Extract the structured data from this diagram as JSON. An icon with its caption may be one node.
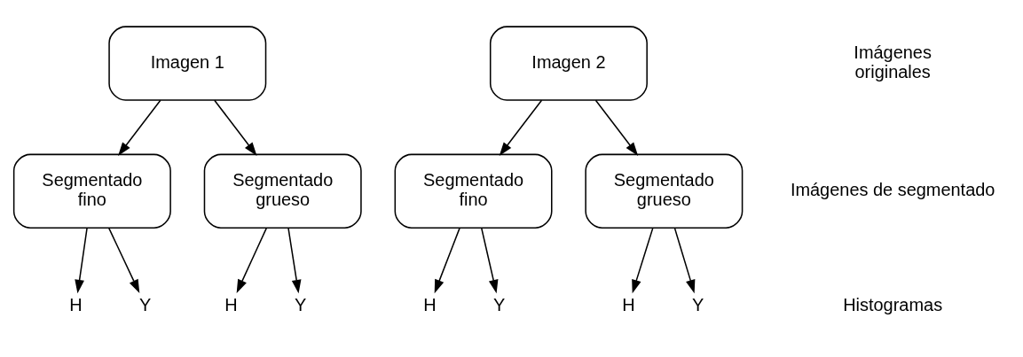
{
  "diagram": {
    "nodes": [
      {
        "text": [
          "Imagen 1"
        ]
      },
      {
        "text": [
          "Imagen 2"
        ]
      },
      {
        "text": [
          "Segmentado fino"
        ]
      },
      {
        "text": [
          "Segmentado grueso"
        ]
      },
      {
        "text": [
          "Segmentado fino"
        ]
      },
      {
        "text": [
          "Segmentado grueso"
        ]
      },
      {
        "text": [
          "H"
        ]
      },
      {
        "text": [
          "Y"
        ]
      },
      {
        "text": [
          "H"
        ]
      },
      {
        "text": [
          "Y"
        ]
      },
      {
        "text": [
          "H"
        ]
      },
      {
        "text": [
          "Y"
        ]
      },
      {
        "text": [
          "H"
        ]
      },
      {
        "text": [
          "Y"
        ]
      }
    ],
    "edges": [
      {
        "from": 0,
        "to": 2,
        "arrow": "to"
      },
      {
        "from": 0,
        "to": 3,
        "arrow": "to"
      },
      {
        "from": 1,
        "to": 4,
        "arrow": "to"
      },
      {
        "from": 1,
        "to": 5,
        "arrow": "to"
      },
      {
        "from": 2,
        "to": 6,
        "arrow": "to"
      },
      {
        "from": 2,
        "to": 7,
        "arrow": "to"
      },
      {
        "from": 3,
        "to": 8,
        "arrow": "to"
      },
      {
        "from": 3,
        "to": 9,
        "arrow": "to"
      },
      {
        "from": 4,
        "to": 10,
        "arrow": "to"
      },
      {
        "from": 4,
        "to": 11,
        "arrow": "to"
      },
      {
        "from": 5,
        "to": 12,
        "arrow": "to"
      },
      {
        "from": 5,
        "to": 13,
        "arrow": "to"
      }
    ],
    "labels": [
      "Imágenes originales",
      "Imágenes de segmentado",
      "Histogramas"
    ]
  }
}
